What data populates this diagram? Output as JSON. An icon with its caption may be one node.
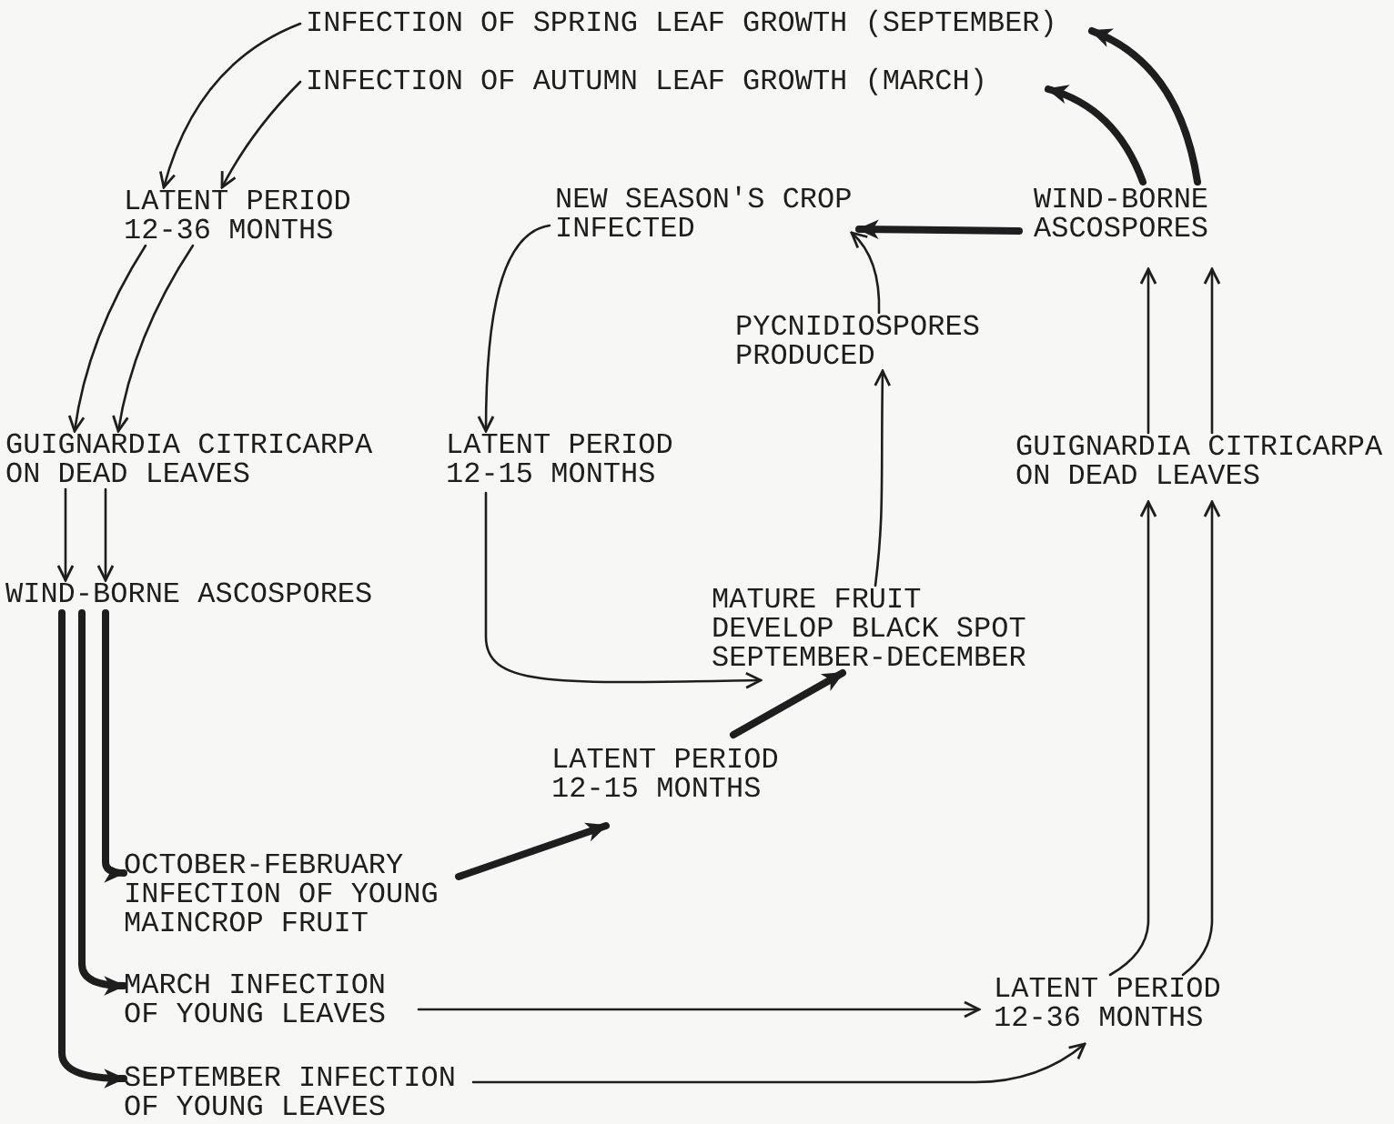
{
  "diagram": {
    "nodes": [
      {
        "text": [
          "INFECTION OF SPRING LEAF GROWTH (SEPTEMBER)"
        ]
      },
      {
        "text": [
          "INFECTION OF AUTUMN LEAF GROWTH (MARCH)"
        ]
      },
      {
        "text": [
          "LATENT PERIOD 12-36 MONTHS"
        ]
      },
      {
        "text": [
          "NEW SEASON'S CROP INFECTED"
        ]
      },
      {
        "text": [
          "WIND-BORNE ASCOSPORES"
        ]
      },
      {
        "text": [
          "PYCNIDIOSPORES PRODUCED"
        ]
      },
      {
        "text": [
          "GUIGNARDIA CITRICARPA ON DEAD LEAVES"
        ]
      },
      {
        "text": [
          "LATENT PERIOD 12-15 MONTHS"
        ]
      },
      {
        "text": [
          "GUIGNARDIA CITRICARPA ON DEAD LEAVES"
        ]
      },
      {
        "text": [
          "WIND-BORNE ASCOSPORES"
        ]
      },
      {
        "text": [
          "MATURE FRUIT DEVELOP BLACK SPOT SEPTEMBER-DECEMBER"
        ]
      },
      {
        "text": [
          "LATENT PERIOD 12-15 MONTHS"
        ]
      },
      {
        "text": [
          "OCTOBER-FEBRUARY INFECTION OF YOUNG MAINCROP FRUIT"
        ]
      },
      {
        "text": [
          "MARCH INFECTION OF YOUNG LEAVES"
        ]
      },
      {
        "text": [
          "LATENT PERIOD 12-36 MONTHS"
        ]
      },
      {
        "text": [
          "SEPTEMBER INFECTION OF YOUNG LEAVES"
        ]
      }
    ],
    "edges": [
      {
        "from": 0,
        "to": 2,
        "arrow": "to"
      },
      {
        "from": 1,
        "to": 2,
        "arrow": "to"
      },
      {
        "from": 2,
        "to": 6,
        "arrow": "to"
      },
      {
        "from": 2,
        "to": 6,
        "arrow": "to"
      },
      {
        "from": 6,
        "to": 9,
        "arrow": "to"
      },
      {
        "from": 6,
        "to": 9,
        "arrow": "to"
      },
      {
        "from": 9,
        "to": 12,
        "arrow": "to",
        "style": "thick"
      },
      {
        "from": 9,
        "to": 13,
        "arrow": "to",
        "style": "thick"
      },
      {
        "from": 9,
        "to": 15,
        "arrow": "to",
        "style": "thick"
      },
      {
        "from": 12,
        "to": 11,
        "arrow": "to",
        "style": "thick"
      },
      {
        "from": 11,
        "to": 10,
        "arrow": "to",
        "style": "thick"
      },
      {
        "from": 7,
        "to": 10,
        "arrow": "to"
      },
      {
        "from": 3,
        "to": 7,
        "arrow": "to"
      },
      {
        "from": 10,
        "to": 5,
        "arrow": "to"
      },
      {
        "from": 5,
        "to": 3,
        "arrow": "to"
      },
      {
        "from": 4,
        "to": 3,
        "arrow": "to",
        "style": "thick"
      },
      {
        "from": 4,
        "to": 1,
        "arrow": "to",
        "style": "thick"
      },
      {
        "from": 4,
        "to": 0,
        "arrow": "to",
        "style": "thick"
      },
      {
        "from": 8,
        "to": 4,
        "arrow": "to"
      },
      {
        "from": 8,
        "to": 4,
        "arrow": "to"
      },
      {
        "from": 14,
        "to": 8,
        "arrow": "to"
      },
      {
        "from": 14,
        "to": 8,
        "arrow": "to"
      },
      {
        "from": 13,
        "to": 14,
        "arrow": "to"
      },
      {
        "from": 15,
        "to": 14,
        "arrow": "to"
      }
    ]
  }
}
